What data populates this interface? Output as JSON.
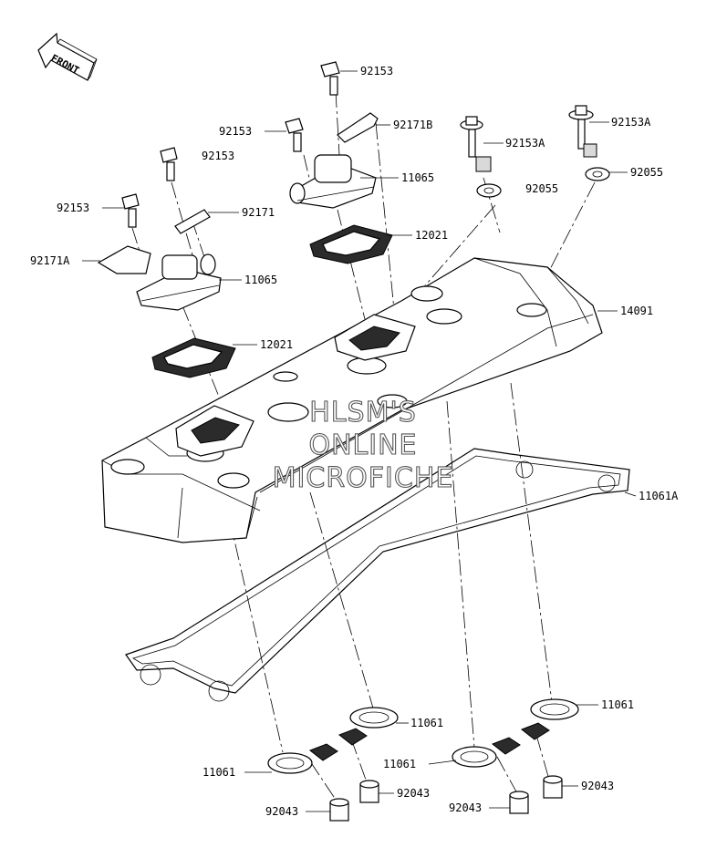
{
  "front_label": "FRONT",
  "watermark": [
    "HLSM'S",
    "ONLINE",
    "MICROFICHE"
  ],
  "callouts": [
    {
      "id": "c1",
      "part": "92153"
    },
    {
      "id": "c2",
      "part": "92153"
    },
    {
      "id": "c3",
      "part": "92153"
    },
    {
      "id": "c4",
      "part": "92153"
    },
    {
      "id": "c5",
      "part": "92171B"
    },
    {
      "id": "c6",
      "part": "92153A"
    },
    {
      "id": "c7",
      "part": "92153A"
    },
    {
      "id": "c8",
      "part": "11065"
    },
    {
      "id": "c9",
      "part": "92055"
    },
    {
      "id": "c10",
      "part": "92055"
    },
    {
      "id": "c11",
      "part": "92171"
    },
    {
      "id": "c12",
      "part": "12021"
    },
    {
      "id": "c13",
      "part": "92171A"
    },
    {
      "id": "c14",
      "part": "11065"
    },
    {
      "id": "c15",
      "part": "14091"
    },
    {
      "id": "c16",
      "part": "12021"
    },
    {
      "id": "c17",
      "part": "11061A"
    },
    {
      "id": "c18",
      "part": "11061"
    },
    {
      "id": "c19",
      "part": "11061"
    },
    {
      "id": "c20",
      "part": "11061"
    },
    {
      "id": "c21",
      "part": "11061"
    },
    {
      "id": "c22",
      "part": "92043"
    },
    {
      "id": "c23",
      "part": "92043"
    },
    {
      "id": "c24",
      "part": "92043"
    },
    {
      "id": "c25",
      "part": "92043"
    }
  ]
}
